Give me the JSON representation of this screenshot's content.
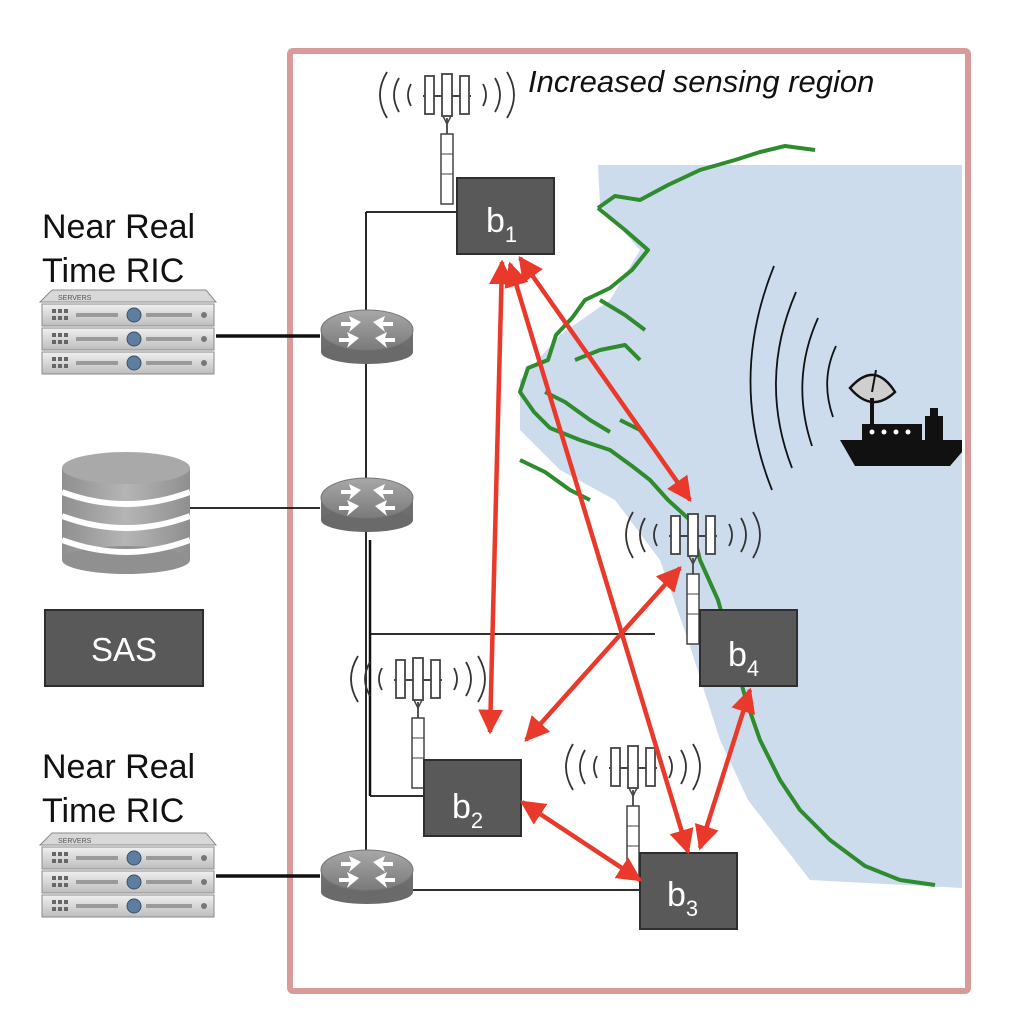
{
  "region_label": "Increased sensing region",
  "ric_top": {
    "line1": "Near Real",
    "line2": "Time RIC",
    "server_text": "SERVERS"
  },
  "ric_bottom": {
    "line1": "Near Real",
    "line2": "Time RIC",
    "server_text": "SERVERS"
  },
  "sas_label": "SAS",
  "base_stations": [
    {
      "id": "b1",
      "letter": "b",
      "sub": "1"
    },
    {
      "id": "b2",
      "letter": "b",
      "sub": "2"
    },
    {
      "id": "b3",
      "letter": "b",
      "sub": "3"
    },
    {
      "id": "b4",
      "letter": "b",
      "sub": "4"
    }
  ],
  "colors": {
    "region_border": "#d99a9a",
    "sea": "#ccdcec",
    "coast": "#2e8b2e",
    "arrow": "#e8392a",
    "box": "#595959",
    "router": "#8c8c8c",
    "database": "#9c9c9c"
  },
  "icons": [
    "antenna-icon",
    "router-icon",
    "server-icon",
    "database-icon",
    "ship-radar-icon"
  ]
}
